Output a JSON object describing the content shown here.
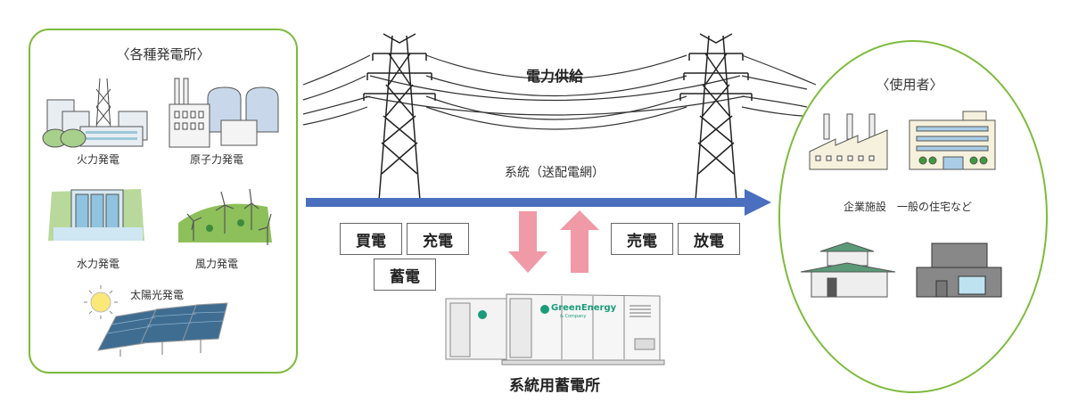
{
  "sources": {
    "title": "〈各種発電所〉",
    "items": [
      {
        "label": "火力発電",
        "icon": "thermal-plant"
      },
      {
        "label": "原子力発電",
        "icon": "nuclear-plant"
      },
      {
        "label": "水力発電",
        "icon": "hydro-dam"
      },
      {
        "label": "風力発電",
        "icon": "wind-turbines"
      },
      {
        "label": "太陽光発電",
        "icon": "solar-panels"
      }
    ],
    "border_color": "#7dbb3c"
  },
  "grid": {
    "supply_label": "電力供給",
    "network_label": "系統（送配電網）",
    "arrow_color": "#4a6fbf"
  },
  "storage": {
    "buy_labels": [
      "買電",
      "充電",
      "蓄電"
    ],
    "sell_labels": [
      "売電",
      "放電"
    ],
    "arrow_color": "#ef9aa6",
    "station_label": "系統用蓄電所",
    "brand": "GreenEnergy",
    "brand_sub": "& Company",
    "brand_color": "#1a9b7a"
  },
  "users": {
    "title": "〈使用者〉",
    "caption": "企業施設　一般の住宅など",
    "border_color": "#7dbb3c"
  }
}
